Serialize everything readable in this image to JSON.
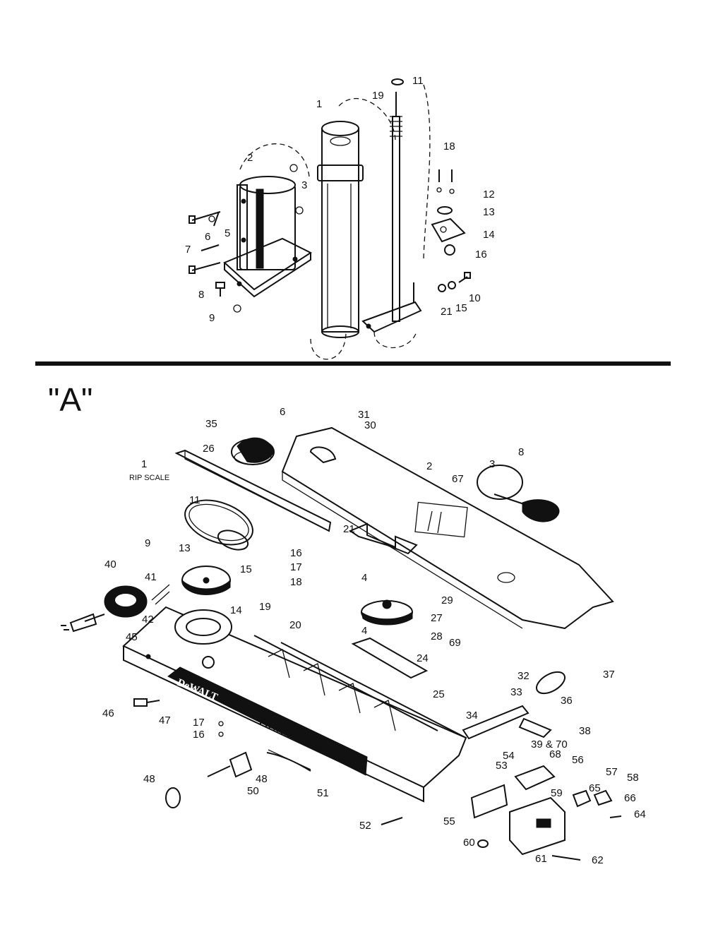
{
  "section_label": "\"A\"",
  "upper_callouts": [
    "1",
    "2",
    "3",
    "5",
    "6",
    "7",
    "8",
    "9",
    "10",
    "11",
    "12",
    "13",
    "14",
    "15",
    "16",
    "18",
    "19",
    "21"
  ],
  "lower_callouts": [
    "1",
    "2",
    "3",
    "4",
    "4",
    "6",
    "8",
    "9",
    "11",
    "13",
    "14",
    "15",
    "16",
    "16",
    "17",
    "17",
    "18",
    "19",
    "20",
    "21",
    "24",
    "25",
    "26",
    "27",
    "28",
    "29",
    "30",
    "31",
    "32",
    "33",
    "34",
    "35",
    "36",
    "37",
    "38",
    "39 & 70",
    "40",
    "41",
    "42",
    "45",
    "46",
    "47",
    "48",
    "48",
    "50",
    "51",
    "52",
    "53",
    "54",
    "55",
    "56",
    "57",
    "58",
    "59",
    "60",
    "61",
    "62",
    "64",
    "65",
    "66",
    "67",
    "68",
    "69"
  ],
  "rip_scale_label": "RIP SCALE",
  "brand_name": "DeWALT",
  "brand_slogan": "POWER SHOP"
}
